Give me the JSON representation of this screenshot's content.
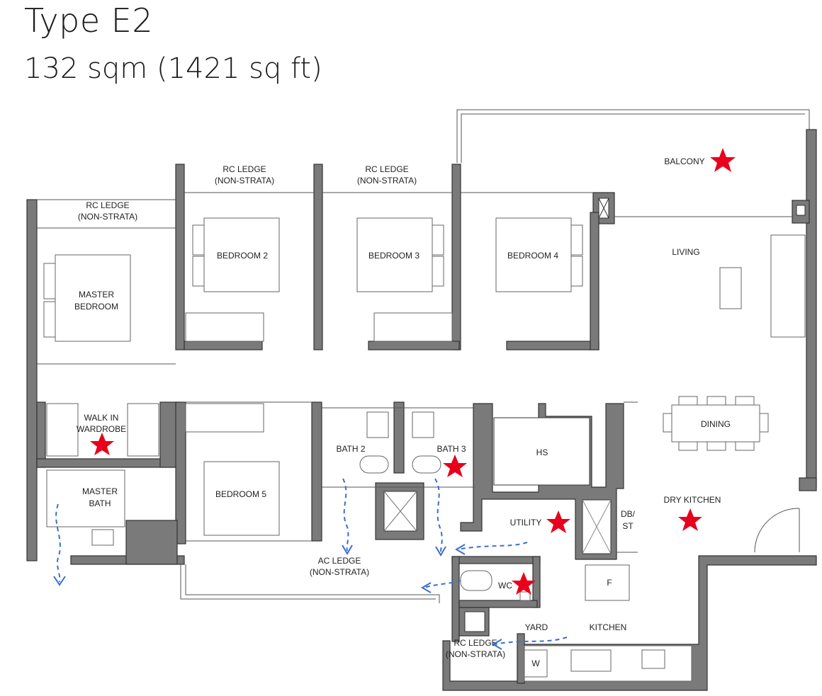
{
  "header": {
    "type_name": "Type E2",
    "area": "132 sqm (1421 sq ft)"
  },
  "rooms": {
    "rc_ledge_1": [
      "RC LEDGE",
      "(NON-STRATA)"
    ],
    "rc_ledge_2": [
      "RC LEDGE",
      "(NON-STRATA)"
    ],
    "rc_ledge_3": [
      "RC LEDGE",
      "(NON-STRATA)"
    ],
    "balcony": "BALCONY",
    "bedroom2": "BEDROOM 2",
    "bedroom3": "BEDROOM 3",
    "bedroom4": "BEDROOM 4",
    "living": "LIVING",
    "master_bedroom": [
      "MASTER",
      "BEDROOM"
    ],
    "walk_in": [
      "WALK IN",
      "WARDROBE"
    ],
    "dining": "DINING",
    "bath2": "BATH 2",
    "bath3": "BATH 3",
    "hs": "HS",
    "master_bath": [
      "MASTER",
      "BATH"
    ],
    "bedroom5": "BEDROOM 5",
    "dry_kitchen": "DRY KITCHEN",
    "utility": "UTILITY",
    "db_st": [
      "DB/",
      "ST"
    ],
    "ac_ledge": [
      "AC LEDGE",
      "(NON-STRATA)"
    ],
    "wc": "WC",
    "f": "F",
    "yard": "YARD",
    "kitchen": "KITCHEN",
    "rc_ledge_4": [
      "RC LEDGE",
      "(NON-STRATA)"
    ],
    "w": "W"
  },
  "colors": {
    "star": "#e8001c",
    "flow_arrow": "#3a6fd0",
    "wall": "#7a7a7a"
  }
}
